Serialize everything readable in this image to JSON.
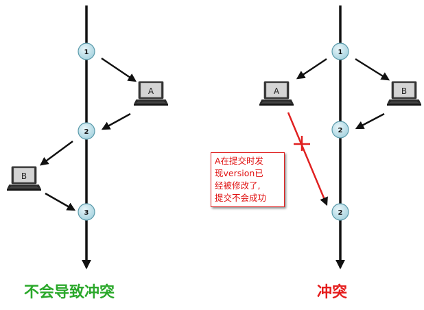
{
  "left_scenario": {
    "caption": "不会导致冲突",
    "nodes": [
      "1",
      "2",
      "3"
    ],
    "laptop_a": "A",
    "laptop_b": "B"
  },
  "right_scenario": {
    "caption": "冲突",
    "nodes": [
      "1",
      "2",
      "2"
    ],
    "laptop_a": "A",
    "laptop_b": "B",
    "note_lines": [
      "A在提交时发",
      "现version已",
      "经被修改了,",
      "提交不会成功"
    ]
  },
  "colors": {
    "node_fill": "#bfe3ec",
    "node_stroke": "#5a9aaa",
    "ok_caption": "#2aa82a",
    "conflict_caption": "#e51c1c",
    "conflict_line": "#e02020"
  }
}
